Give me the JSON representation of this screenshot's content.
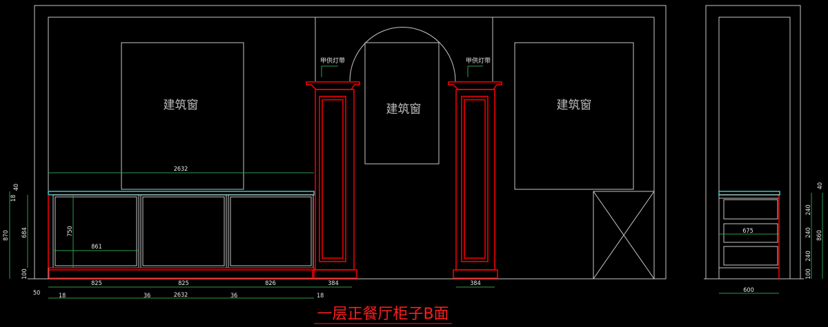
{
  "drawing": {
    "title": "一层正餐厅柜子B面",
    "window_label": "建筑窗",
    "note_label": "甲供灯带",
    "colors": {
      "outline": "#c8c8c8",
      "cabinet_trim": "#ff0000",
      "countertop": "#3cc8c8",
      "dimension": "#2e9e4e",
      "title": "#ff1e1e"
    },
    "main_dims": {
      "counter_width": "2632",
      "total_height": "870",
      "top_thickness": "40",
      "top_edge": "18",
      "body_height": "684",
      "door_height": "750",
      "door_width": "861",
      "plinth": "100",
      "door_widths": [
        "825",
        "825",
        "826"
      ],
      "column_width_left": "384",
      "column_width_right": "384",
      "offset": "50",
      "gap_18_left": "18",
      "gap_36_a": "36",
      "bottom_total": "2632",
      "gap_36_b": "36",
      "gap_18_right": "18"
    },
    "side_dims": {
      "top_thickness": "40",
      "drawer_heights": [
        "240",
        "240",
        "240"
      ],
      "plinth": "100",
      "total_height": "860",
      "inner_width": "675",
      "depth": "600"
    }
  }
}
